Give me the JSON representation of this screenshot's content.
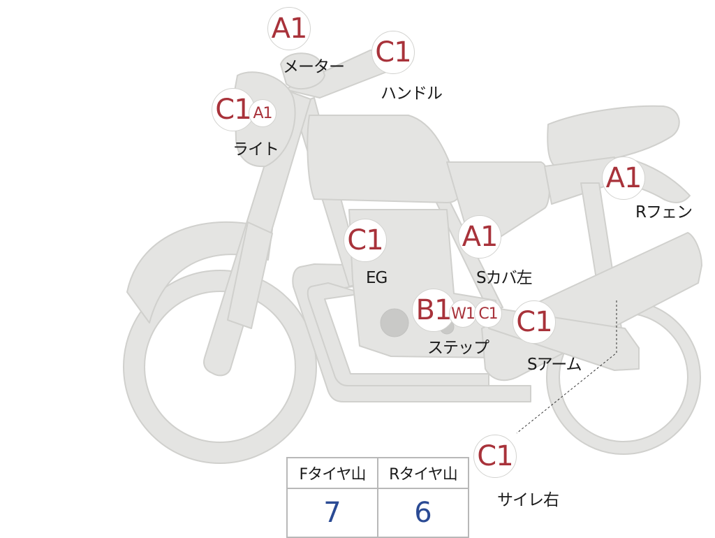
{
  "colors": {
    "body": "#e4e4e2",
    "outline": "#d0d0cd",
    "grade": "#a8323a",
    "value": "#2a4a94",
    "engine_circle": "#c9c9c7"
  },
  "parts": [
    {
      "id": "meter",
      "grade": "A1",
      "label": "メーター"
    },
    {
      "id": "handle",
      "grade": "C1",
      "label": "ハンドル"
    },
    {
      "id": "light",
      "grades": [
        "C1",
        "A1"
      ],
      "label": "ライト"
    },
    {
      "id": "rear-fender",
      "grade": "A1",
      "label": "Rフェン"
    },
    {
      "id": "engine",
      "grade": "C1",
      "label": "EG"
    },
    {
      "id": "side-cover-l",
      "grade": "A1",
      "label": "Sカバ左"
    },
    {
      "id": "step",
      "grades": [
        "B1",
        "W1",
        "C1"
      ],
      "label": "ステップ"
    },
    {
      "id": "swing-arm",
      "grade": "C1",
      "label": "Sアーム"
    },
    {
      "id": "muffler-r",
      "grade": "C1",
      "label": "サイレ右"
    }
  ],
  "tire_table": {
    "front_label": "Fタイヤ山",
    "rear_label": "Rタイヤ山",
    "front_value": "7",
    "rear_value": "6"
  }
}
